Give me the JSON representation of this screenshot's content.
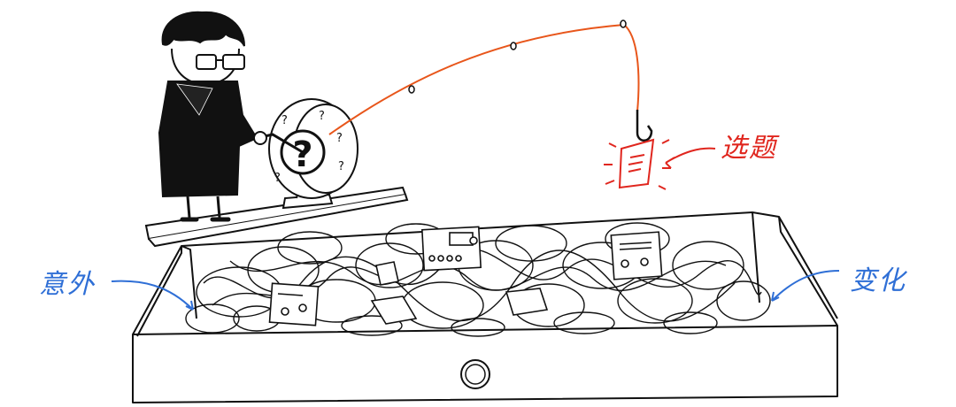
{
  "labels": {
    "topic": "选题",
    "accident": "意外",
    "change": "变化"
  },
  "wheel": {
    "symbol": "?"
  },
  "colors": {
    "ink": "#111111",
    "line": "#e8561b",
    "red": "#e0261e",
    "blue": "#2f6fd6"
  }
}
